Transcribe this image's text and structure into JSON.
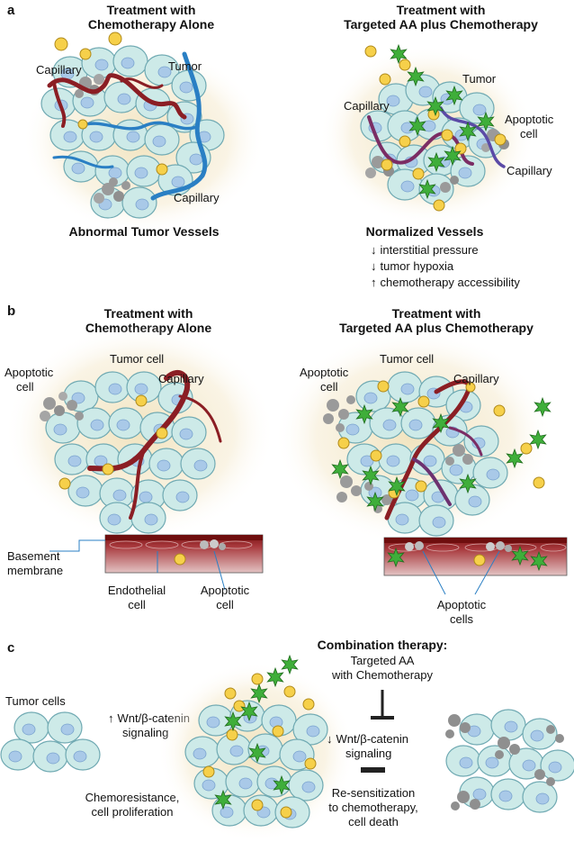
{
  "panels": {
    "a": {
      "letter": "a",
      "left": {
        "title_line1": "Treatment with",
        "title_line2": "Chemotherapy Alone",
        "capillary_top": "Capillary",
        "tumor": "Tumor",
        "capillary_bottom": "Capillary",
        "caption": "Abnormal Tumor Vessels"
      },
      "right": {
        "title_line1": "Treatment with",
        "title_line2": "Targeted AA plus Chemotherapy",
        "tumor": "Tumor",
        "capillary_left": "Capillary",
        "apoptotic_line1": "Apoptotic",
        "apoptotic_line2": "cell",
        "capillary_right": "Capillary",
        "caption": "Normalized Vessels",
        "effects": [
          {
            "arrow": "↓",
            "text": "interstitial pressure"
          },
          {
            "arrow": "↓",
            "text": "tumor hypoxia"
          },
          {
            "arrow": "↑",
            "text": "chemotherapy accessibility"
          }
        ]
      }
    },
    "b": {
      "letter": "b",
      "left": {
        "title_line1": "Treatment with",
        "title_line2": "Chemotherapy Alone",
        "apoptotic_line1": "Apoptotic",
        "apoptotic_line2": "cell",
        "tumor_cell": "Tumor cell",
        "capillary": "Capillary",
        "basement_line1": "Basement",
        "basement_line2": "membrane",
        "endothelial_line1": "Endothelial",
        "endothelial_line2": "cell",
        "apoptotic2_line1": "Apoptotic",
        "apoptotic2_line2": "cell"
      },
      "right": {
        "title_line1": "Treatment with",
        "title_line2": "Targeted AA plus Chemotherapy",
        "apoptotic_line1": "Apoptotic",
        "apoptotic_line2": "cell",
        "tumor_cell": "Tumor cell",
        "capillary": "Capillary",
        "apoptotic2_line1": "Apoptotic",
        "apoptotic2_line2": "cells"
      }
    },
    "c": {
      "letter": "c",
      "combo_title": "Combination therapy:",
      "combo_line1": "Targeted AA",
      "combo_line2": "with Chemotherapy",
      "tumor_cells": "Tumor cells",
      "up_arrow": "↑",
      "wnt_up_line1": "Wnt/β-catenin",
      "wnt_up_line2": "signaling",
      "down_arrow": "↓",
      "wnt_down_line1": "Wnt/β-catenin",
      "wnt_down_line2": "signaling",
      "chemo_line1": "Chemoresistance,",
      "chemo_line2": "cell proliferation",
      "resens_line1": "Re-sensitization",
      "resens_line2": "to chemotherapy,",
      "resens_line3": "cell death"
    }
  },
  "colors": {
    "cell_fill": "#cdeae8",
    "cell_stroke": "#6fa9b2",
    "nucleus": "#a9c9e8",
    "capillary_red": "#8b1e24",
    "capillary_blue": "#2a7fc4",
    "drug_yellow": "#f6d04a",
    "star_green": "#3fae3a",
    "halo": "#f3e6c4",
    "apoptotic_grey": "#9a9a9a"
  }
}
